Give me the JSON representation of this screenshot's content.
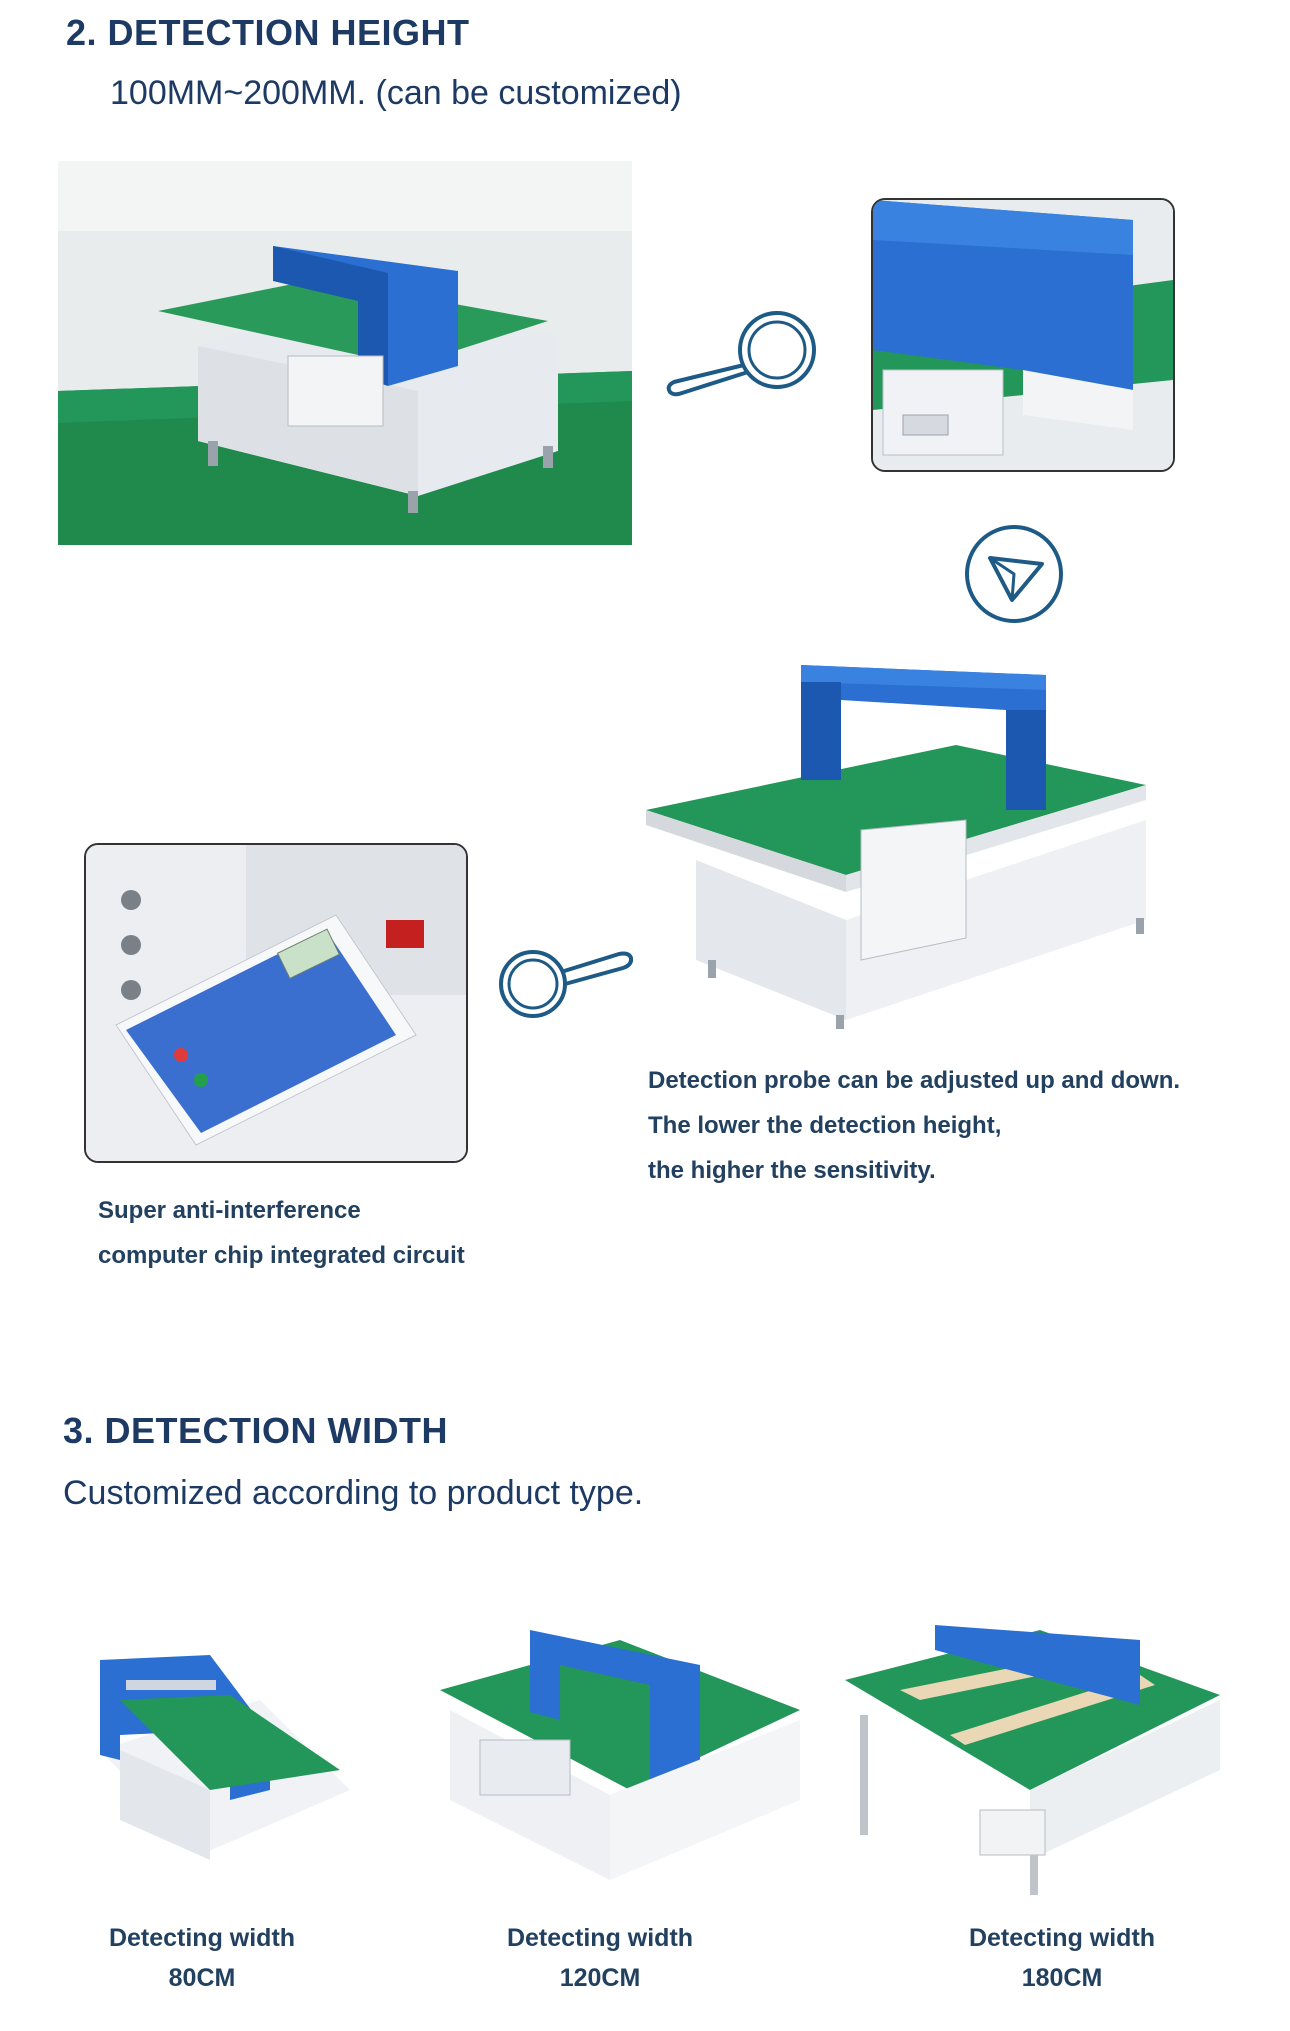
{
  "section2": {
    "heading": "2. DETECTION HEIGHT",
    "subheading": "100MM~200MM. (can be customized)",
    "probe_caption": [
      "Detection probe can be adjusted up and down.",
      "The lower the detection height,",
      "the higher the sensitivity."
    ],
    "chip_caption": [
      "Super anti-interference",
      "computer chip integrated circuit"
    ]
  },
  "section3": {
    "heading": "3. DETECTION WIDTH",
    "subheading": "Customized according to product type.",
    "widths": [
      {
        "label": "Detecting width",
        "value": "80CM"
      },
      {
        "label": "Detecting width",
        "value": "120CM"
      },
      {
        "label": "Detecting width",
        "value": "180CM"
      }
    ]
  },
  "colors": {
    "heading": "#1c3a63",
    "machine_blue": "#2a6fd1",
    "belt_green": "#1f8a4c",
    "icon_stroke": "#1d5a86"
  },
  "icons": [
    "magnifier-icon",
    "arrow-circle-icon",
    "magnifier-icon"
  ]
}
